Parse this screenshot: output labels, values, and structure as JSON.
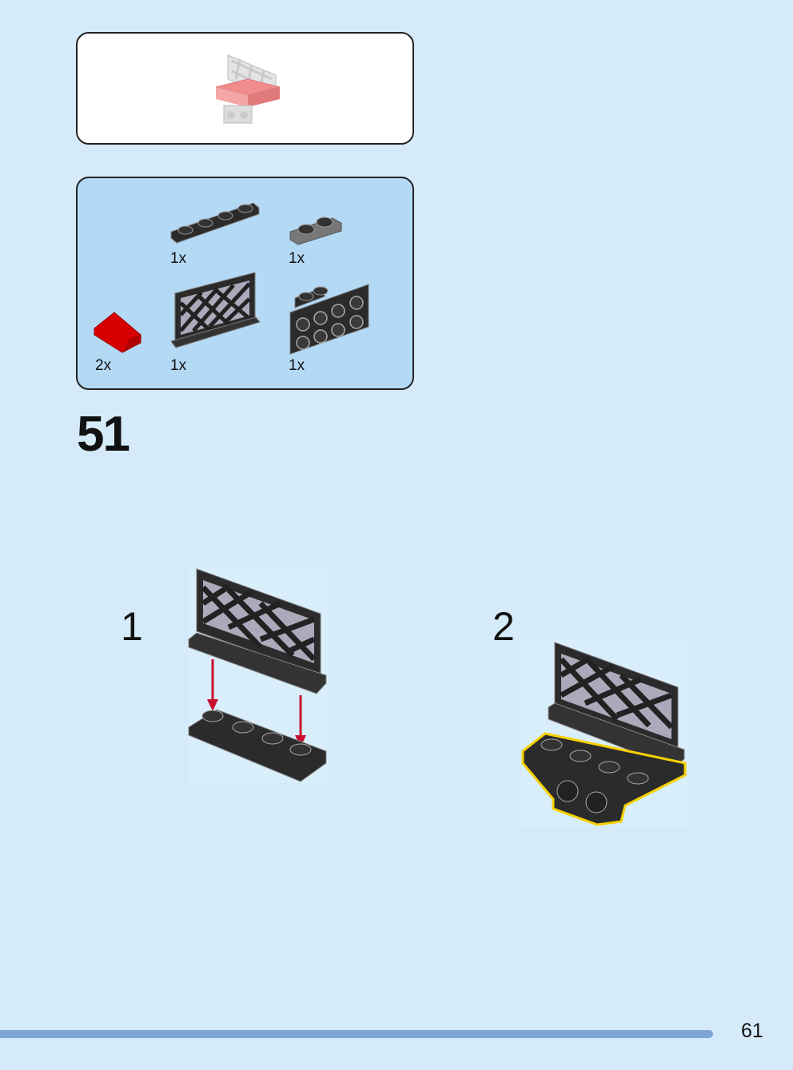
{
  "step_number": "51",
  "parts_list": [
    {
      "part": "plate-1x4-black",
      "qty": "1x"
    },
    {
      "part": "plate-1x2-dark-gray",
      "qty": "1x"
    },
    {
      "part": "slope-red",
      "qty": "2x"
    },
    {
      "part": "fence-lattice-black",
      "qty": "1x"
    },
    {
      "part": "bracket-black",
      "qty": "1x"
    }
  ],
  "substeps": [
    {
      "label": "1"
    },
    {
      "label": "2"
    }
  ],
  "page_number": "61",
  "colors": {
    "background": "#d5ebf9",
    "parts_box": "#b4d9f5",
    "progress": "#7fa4d7",
    "arrow": "#c8102e",
    "highlight": "#f5d000"
  }
}
